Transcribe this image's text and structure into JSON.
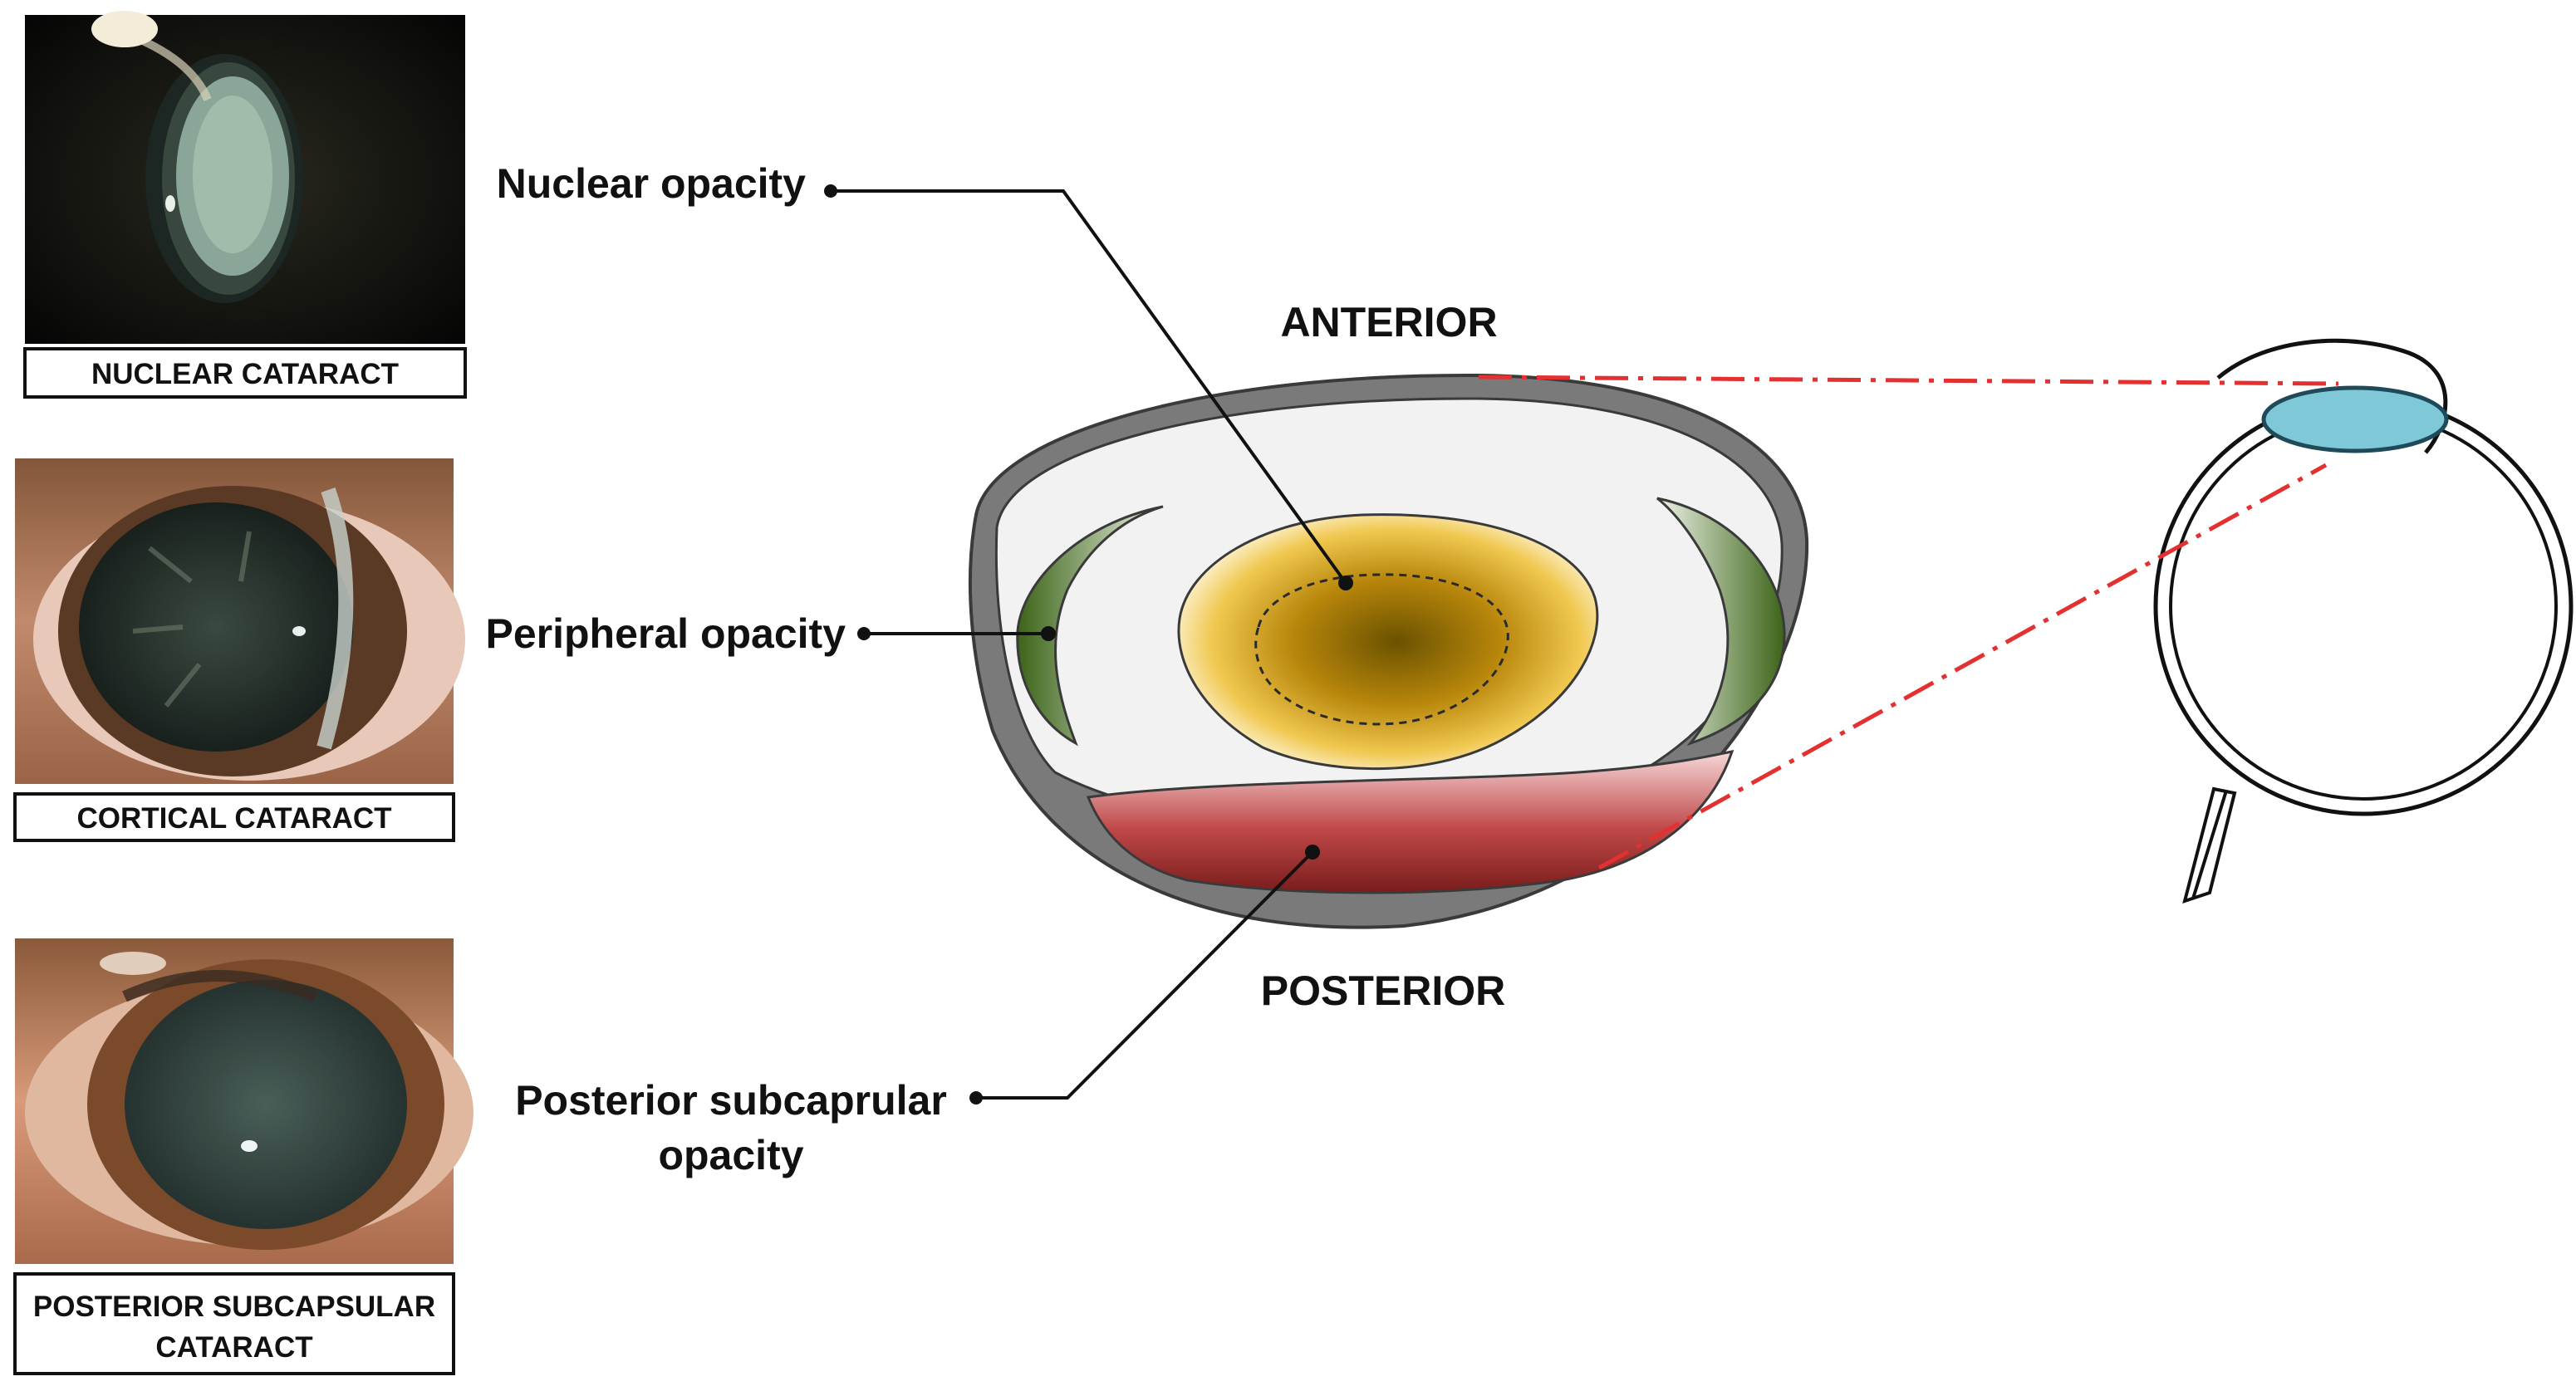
{
  "photos": [
    {
      "caption": [
        "NUCLEAR CATARACT"
      ]
    },
    {
      "caption": [
        "CORTICAL CATARACT"
      ]
    },
    {
      "caption": [
        "POSTERIOR SUBCAPSULAR",
        "CATARACT"
      ]
    }
  ],
  "labels": {
    "nuclear": "Nuclear opacity",
    "peripheral": "Peripheral opacity",
    "posterior_line1": "Posterior subcaprular",
    "posterior_line2": "opacity",
    "anterior": "ANTERIOR",
    "posterior": "POSTERIOR"
  },
  "colors": {
    "capsule": "#7a7a7a",
    "cortex": "#f2f2f2",
    "nuclear": "#b8860b",
    "peripheral": "#4f7a28",
    "subcapsular": "#b03434",
    "lens_small": "#7fc8d8",
    "callout_line": "#e33030"
  }
}
